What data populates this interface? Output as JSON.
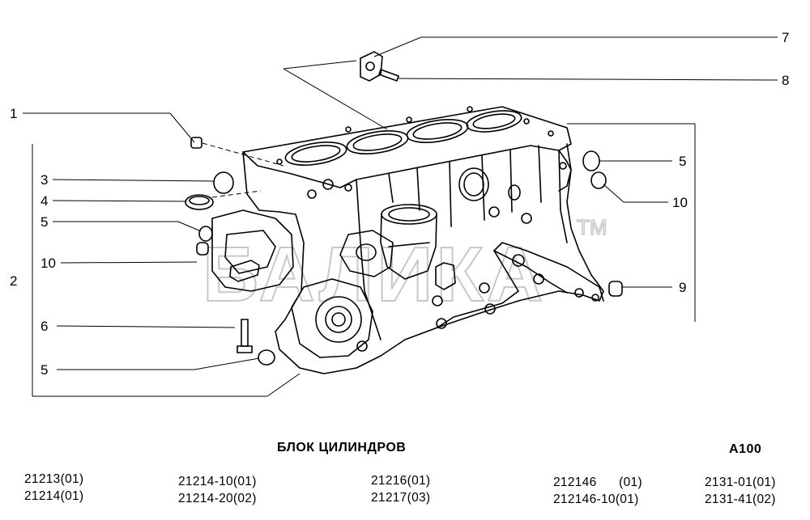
{
  "diagram": {
    "title": "БЛОК ЦИЛИНДРОВ",
    "code": "A100",
    "watermark": "БАЛИКА",
    "watermark_tm": "TM",
    "callouts": {
      "c1": "1",
      "c2": "2",
      "c3": "3",
      "c4": "4",
      "c5a": "5",
      "c10a": "10",
      "c6": "6",
      "c5b": "5",
      "c7": "7",
      "c8": "8",
      "c5c": "5",
      "c10b": "10",
      "c9": "9"
    }
  },
  "models": {
    "col1": [
      "21213(01)",
      "21214(01)"
    ],
    "col2": [
      "21214-10(01)",
      "21214-20(02)"
    ],
    "col3": [
      "21216(01)",
      "21217(03)"
    ],
    "col4": [
      "212146      (01)",
      "212146-10(01)"
    ],
    "col5": [
      "2131-01(01)",
      "2131-41(02)"
    ]
  }
}
